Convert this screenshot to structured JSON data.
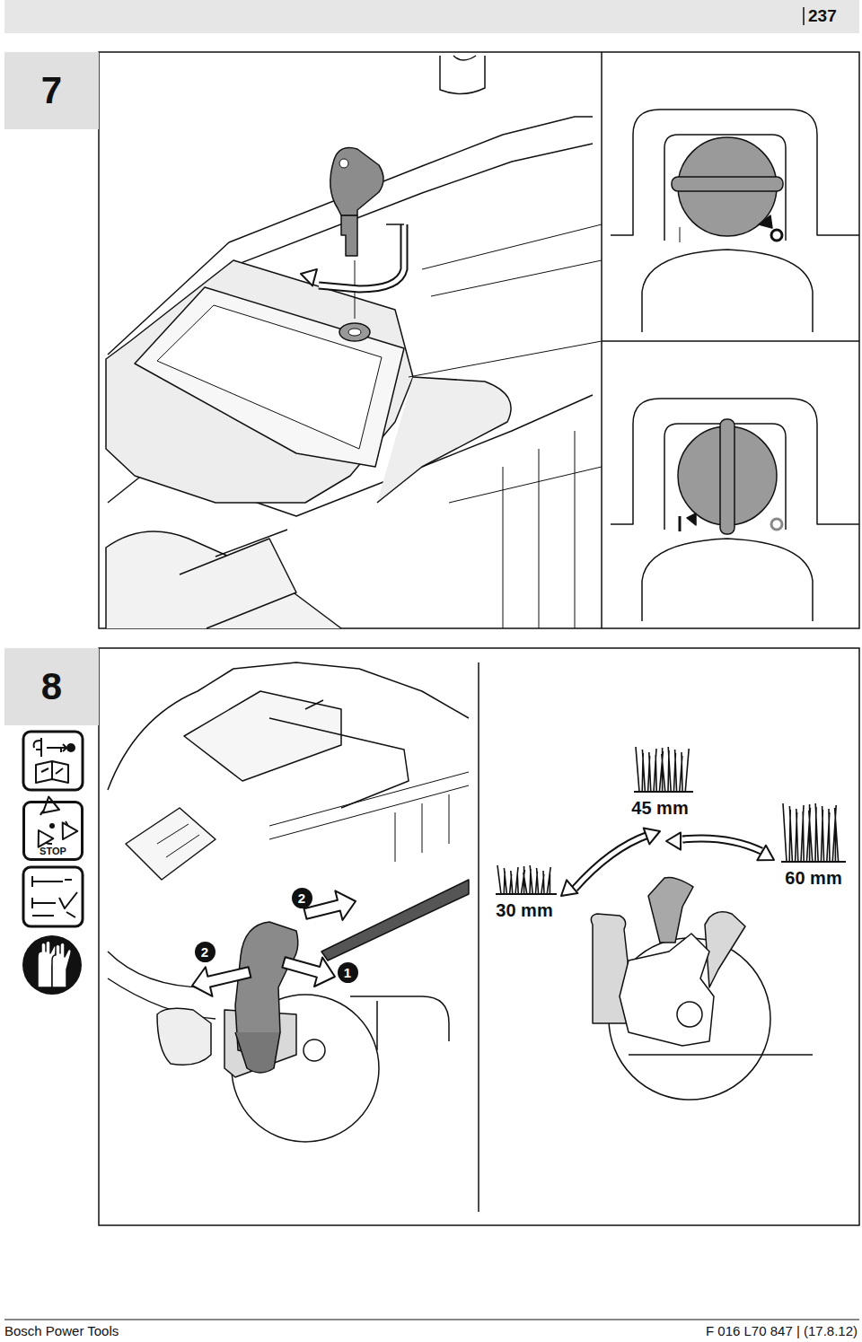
{
  "diagram": {
    "nodes": [
      {
        "text": [
          "7"
        ]
      },
      {
        "text": [
          "8"
        ]
      },
      {
        "text": [
          "STOP"
        ]
      },
      {
        "text": [
          "2"
        ]
      },
      {
        "text": [
          "2"
        ]
      },
      {
        "text": [
          "1"
        ]
      }
    ],
    "labels": [
      "237",
      "45 mm",
      "60 mm",
      "30 mm",
      "Bosch Power Tools",
      "F 016 L70 847 | (17.8.12)"
    ]
  }
}
